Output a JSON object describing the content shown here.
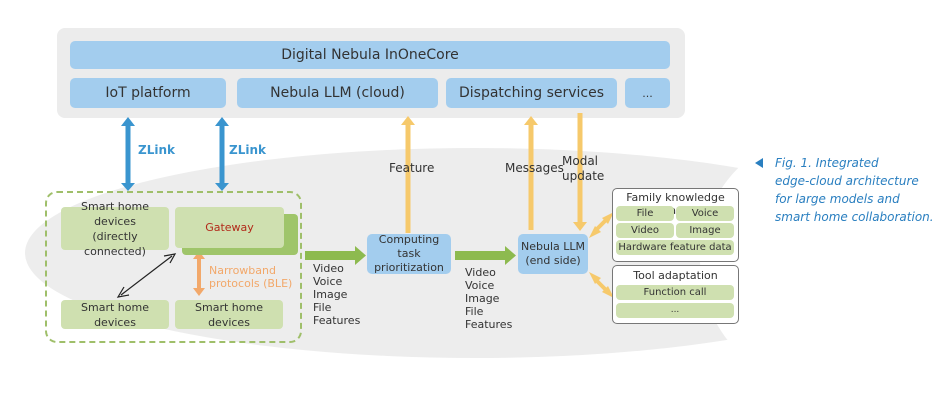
{
  "core": {
    "title": "Digital Nebula InOneCore",
    "modules": [
      {
        "label": "IoT platform"
      },
      {
        "label": "Nebula LLM (cloud)"
      },
      {
        "label": "Dispatching services"
      },
      {
        "label": "..."
      }
    ]
  },
  "links": {
    "zlink_left": "ZLink",
    "zlink_right": "ZLink",
    "feature": "Feature",
    "messages": "Messages",
    "modal_update_line1": "Modal",
    "modal_update_line2": "update"
  },
  "home": {
    "direct_devices": "Smart home devices\n(directly connected)",
    "gateway": "Gateway",
    "devices_left": "Smart home devices",
    "devices_right": "Smart home devices",
    "narrowband_line1": "Narrowband",
    "narrowband_line2": "protocols (BLE)"
  },
  "flow1": [
    "Video",
    "Voice",
    "Image",
    "File",
    "Features"
  ],
  "task": {
    "line1": "Computing task",
    "line2": "prioritization"
  },
  "flow2": [
    "Video",
    "Voice",
    "Image",
    "File",
    "Features"
  ],
  "edge_llm": {
    "line1": "Nebula LLM",
    "line2": "(end side)"
  },
  "knowledge": {
    "title": "Family knowledge base",
    "cells": [
      "File",
      "Voice",
      "Video",
      "Image"
    ],
    "wide": "Hardware feature data"
  },
  "tools": {
    "title": "Tool adaptation",
    "items": [
      "Function call",
      "..."
    ]
  },
  "caption": {
    "line1": "Fig. 1. Integrated",
    "line2": "edge-cloud architecture",
    "line3": "for large models and",
    "line4": "smart home collaboration."
  },
  "colors": {
    "blue_box": "#a3cdee",
    "green_box": "#cfe0b0",
    "arrow_blue": "#3a95cf",
    "arrow_yellow": "#f6c96b",
    "arrow_green": "#8dba4f",
    "arrow_orange": "#f2a86a",
    "caption": "#2a7fc0",
    "gateway_text": "#b22a1a"
  }
}
